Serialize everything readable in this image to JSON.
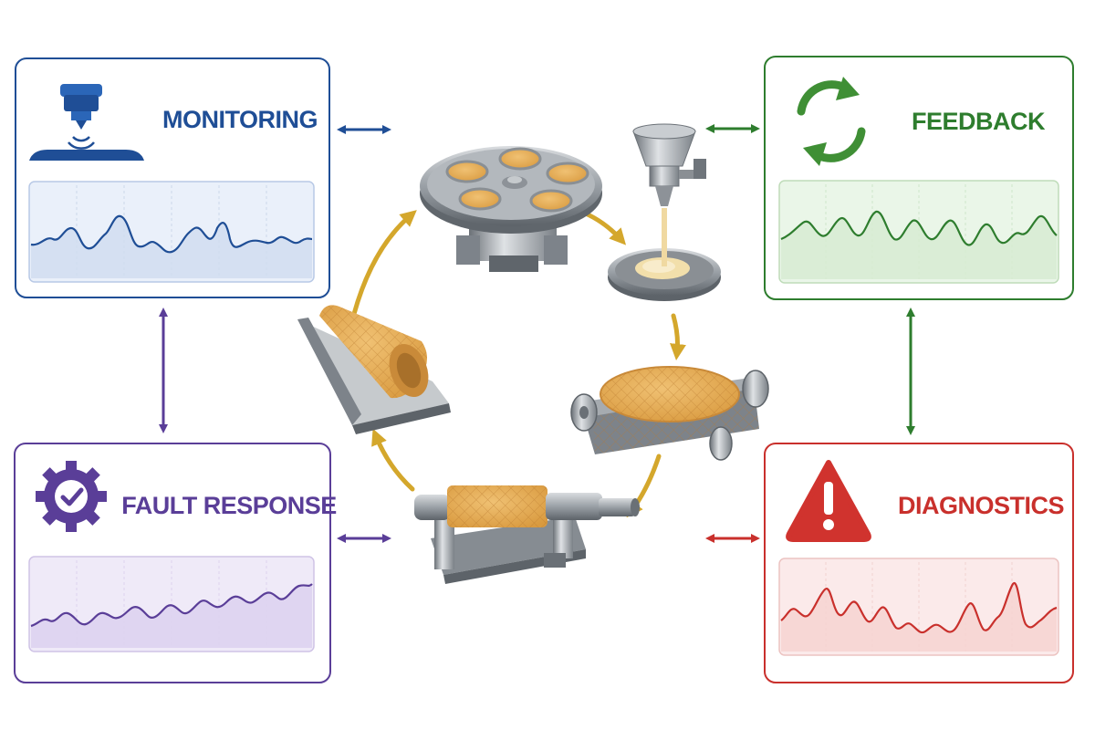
{
  "panels": {
    "monitoring": {
      "title": "MONITORING",
      "color": "#1f4e96",
      "fill": "#eaf0fa",
      "icon": "sensor-icon"
    },
    "feedback": {
      "title": "FEEDBACK",
      "color": "#2e7d2e",
      "fill": "#eaf6e8",
      "icon": "cycle-arrows-icon"
    },
    "fault_response": {
      "title": "FAULT RESPONSE",
      "color": "#5a3e98",
      "fill": "#efeaf8",
      "icon": "gear-check-icon"
    },
    "diagnostics": {
      "title": "DIAGNOSTICS",
      "color": "#c9302c",
      "fill": "#fbeaea",
      "icon": "warning-triangle-icon"
    }
  },
  "process": {
    "arrow_color": "#d4a72c",
    "stages": [
      {
        "id": "rotary-baking-plate",
        "icon": "rotary-plate-machine-icon"
      },
      {
        "id": "batter-depositor",
        "icon": "batter-dispenser-icon"
      },
      {
        "id": "conveyor-belt",
        "icon": "conveyor-wafer-icon"
      },
      {
        "id": "roller-press",
        "icon": "roller-press-icon"
      },
      {
        "id": "cone-forming-tray",
        "icon": "cone-tray-icon"
      }
    ]
  }
}
